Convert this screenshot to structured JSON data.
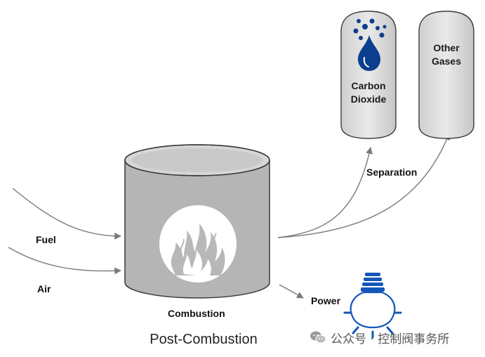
{
  "title": "Post-Combustion",
  "colors": {
    "tank_fill": "#b5b5b5",
    "tank_stroke": "#3a3a3a",
    "arrow": "#7a7a7a",
    "co2_blue": "#0b3f8e",
    "bulb_blue": "#1356b8"
  },
  "inputs": {
    "fuel": "Fuel",
    "air": "Air"
  },
  "combustion_label": "Combustion",
  "separation_label": "Separation",
  "power_label": "Power",
  "products": {
    "co2_line1": "Carbon",
    "co2_line2": "Dioxide",
    "other_line1": "Other",
    "other_line2": "Gases"
  },
  "icons": [
    "flame-icon",
    "co2-bubbles-icon",
    "light-bulb-icon",
    "wechat-icon"
  ],
  "watermark": "公众号 · 控制阀事务所"
}
